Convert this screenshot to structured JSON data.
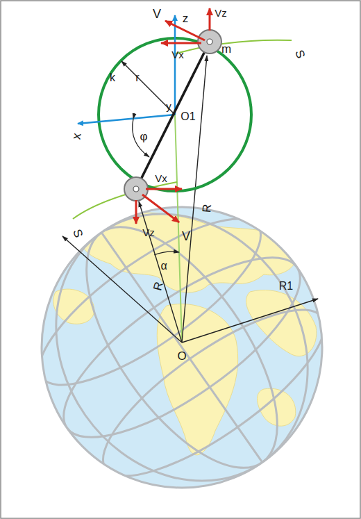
{
  "diagram": {
    "labels": [
      "V",
      "Vz",
      "z",
      "Vx",
      "m",
      "S",
      "k",
      "r",
      "x",
      "y",
      "O1",
      "φ",
      "S",
      "Vx",
      "Vz",
      "V",
      "α",
      "R",
      "R",
      "R1",
      "O"
    ]
  }
}
